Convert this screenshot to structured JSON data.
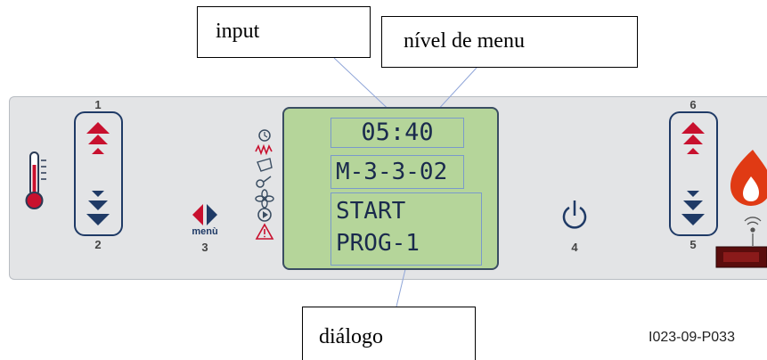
{
  "callouts": {
    "input": "input",
    "menu_level": "nível de menu",
    "dialog": "diálogo"
  },
  "display": {
    "time": "05:40",
    "menu_code": "M-3-3-02",
    "line1": "START",
    "line2": "PROG-1"
  },
  "keys": {
    "k1": "1",
    "k2": "2",
    "k3": "3",
    "k4": "4",
    "k5": "5",
    "k6": "6",
    "menu_label": "menù"
  },
  "caption": "I023-09-P033",
  "icons": [
    "thermometer-icon",
    "arrow-up-icon",
    "arrow-down-icon",
    "menu-arrows-icon",
    "clock-icon",
    "heater-icon",
    "pellet-icon",
    "fan-icon",
    "play-icon",
    "alarm-icon",
    "power-icon",
    "flame-icon",
    "remote-icon"
  ],
  "colors": {
    "panel": "#e3e4e6",
    "lcd": "#b5d59a",
    "arrow_red": "#c8102e",
    "arrow_blue": "#1f3a66",
    "flame": "#e03a14"
  }
}
